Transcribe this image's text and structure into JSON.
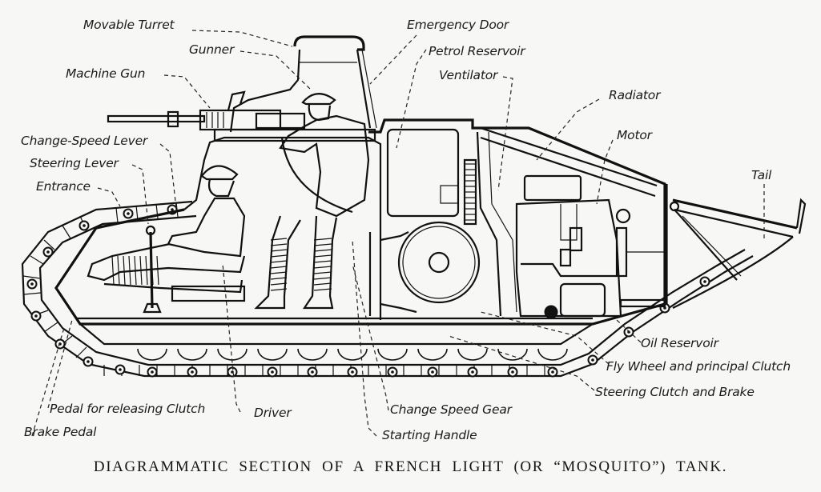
{
  "caption": "DIAGRAMMATIC SECTION OF A FRENCH LIGHT (OR “MOSQUITO”) TANK.",
  "labels": {
    "movable_turret": "Movable Turret",
    "gunner": "Gunner",
    "machine_gun": "Machine Gun",
    "change_speed_lever": "Change-Speed Lever",
    "steering_lever": "Steering Lever",
    "entrance": "Entrance",
    "emergency_door": "Emergency Door",
    "petrol_reservoir": "Petrol Reservoir",
    "ventilator": "Ventilator",
    "radiator": "Radiator",
    "motor": "Motor",
    "tail": "Tail",
    "oil_reservoir": "Oil Reservoir",
    "fly_wheel": "Fly Wheel and principal Clutch",
    "steering_clutch": "Steering Clutch and Brake",
    "pedal_clutch": "Pedal for releasing Clutch",
    "brake_pedal": "Brake Pedal",
    "driver": "Driver",
    "change_speed_gear": "Change Speed Gear",
    "starting_handle": "Starting Handle"
  }
}
